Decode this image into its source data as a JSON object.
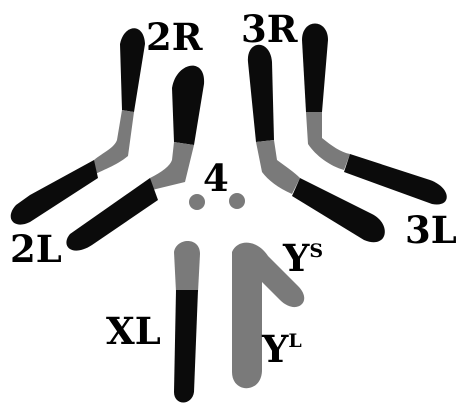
{
  "colors": {
    "dark": "#0b0b0b",
    "light": "#7a7a7a",
    "background": "#ffffff",
    "text": "#000000"
  },
  "labels": {
    "arm_2R": "2R",
    "arm_3R": "3R",
    "arm_2L": "2L",
    "arm_3L": "3L",
    "chromosome_4": "4",
    "arm_XL": "XL",
    "ys_base": "Y",
    "ys_sup": "S",
    "yl_base": "Y",
    "yl_sup": "L"
  }
}
